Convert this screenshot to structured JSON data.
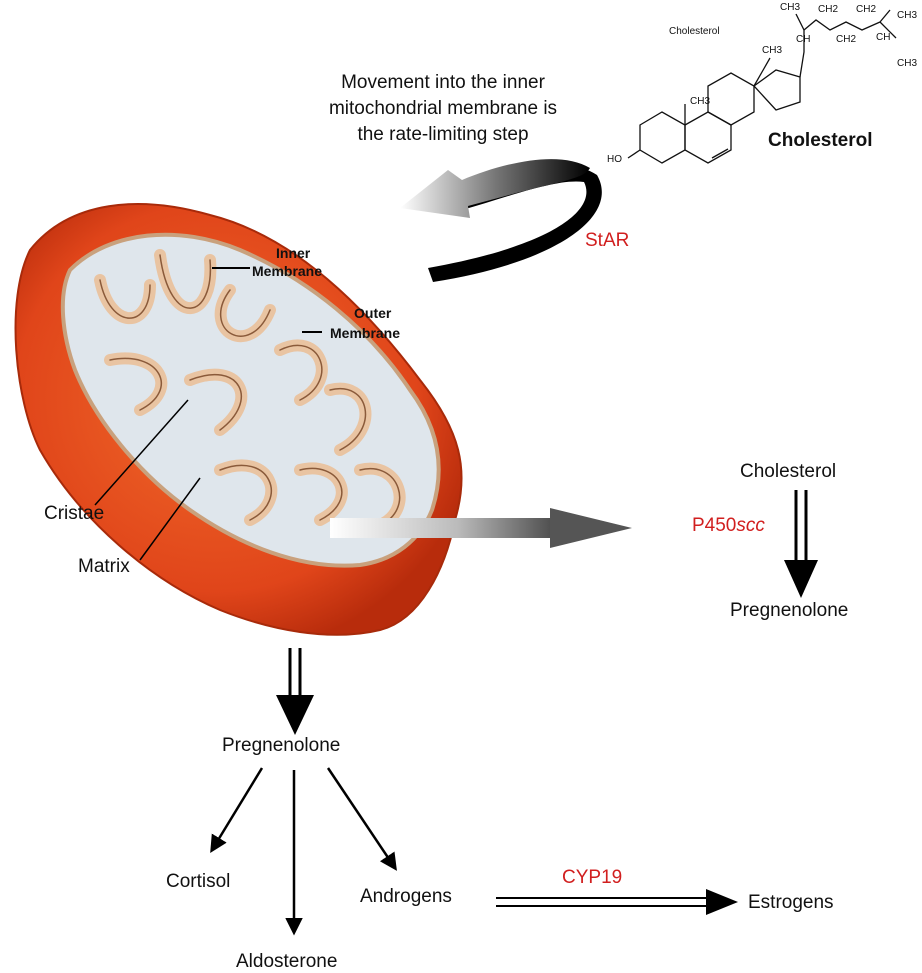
{
  "note": {
    "line1": "Movement into the inner",
    "line2": "mitochondrial membrane is",
    "line3": "the rate-limiting step"
  },
  "structure": {
    "small_label": "Cholesterol",
    "big_label": "Cholesterol",
    "ho": "HO",
    "ch3_1": "CH3",
    "ch3_2": "CH3",
    "ch3_3": "CH3",
    "ch3_4": "CH3",
    "ch3_5": "CH3",
    "ch2_1": "CH2",
    "ch2_2": "CH2",
    "ch2_3": "CH2",
    "ch_1": "CH",
    "ch_2": "CH"
  },
  "enzymes": {
    "star": "StAR",
    "p450_prefix": "P450",
    "p450_suffix": "scc",
    "cyp19": "CYP19"
  },
  "mito": {
    "inner_1": "Inner",
    "inner_2": "Membrane",
    "outer_1": "Outer",
    "outer_2": "Membrane",
    "cristae": "Cristae",
    "matrix": "Matrix"
  },
  "pathway_right": {
    "from": "Cholesterol",
    "to": "Pregnenolone"
  },
  "pathway_bottom": {
    "pregnenolone": "Pregnenolone",
    "cortisol": "Cortisol",
    "aldosterone": "Aldosterone",
    "androgens": "Androgens",
    "estrogens": "Estrogens"
  },
  "colors": {
    "enzyme_red": "#d11f1f",
    "mito_orange": "#e0451a",
    "membrane_tan": "#e9c4a2",
    "matrix_blue": "#dfe6ec"
  }
}
